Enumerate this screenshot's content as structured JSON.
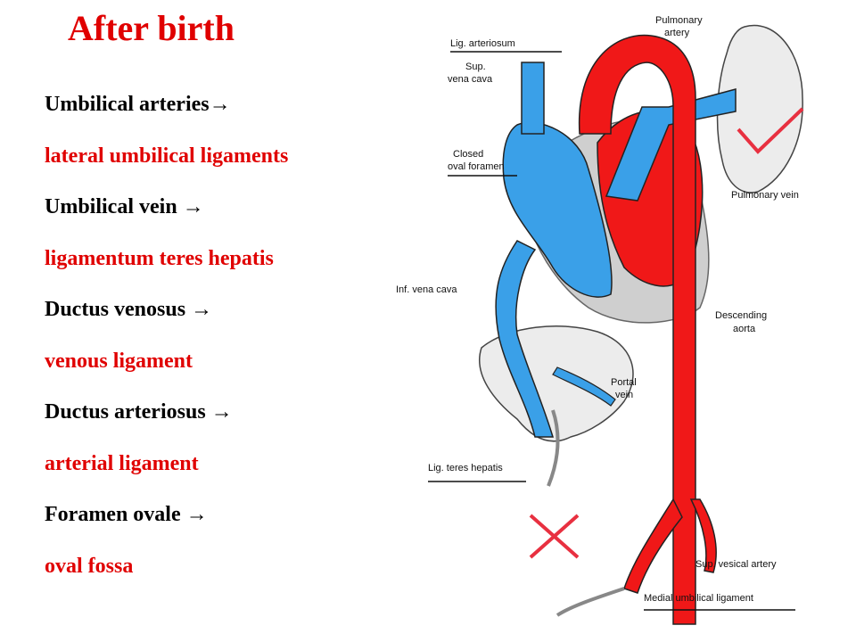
{
  "title": "After birth",
  "pairs": [
    {
      "structure": "Umbilical arteries→",
      "remnant": "lateral umbilical ligaments"
    },
    {
      "structure": "Umbilical vein →",
      "remnant": "ligamentum teres hepatis"
    },
    {
      "structure": "Ductus venosus →",
      "remnant": "venous ligament"
    },
    {
      "structure": "Ductus arteriosus →",
      "remnant": "arterial ligament"
    },
    {
      "structure": "Foramen ovale →",
      "remnant": "oval fossa"
    }
  ],
  "diagram_labels": {
    "lig_arteriosum": "Lig. arteriosum",
    "pulmonary_artery_1": "Pulmonary",
    "pulmonary_artery_2": "artery",
    "sup_vena_cava_1": "Sup.",
    "sup_vena_cava_2": "vena cava",
    "closed_oval_1": "Closed",
    "closed_oval_2": "oval foramen",
    "pulmonary_vein": "Pulmonary vein",
    "inf_vena_cava": "Inf. vena cava",
    "descending_aorta_1": "Descending",
    "descending_aorta_2": "aorta",
    "portal_vein_1": "Portal",
    "portal_vein_2": "vein",
    "lig_teres": "Lig. teres hepatis",
    "sup_vesical": "Sup. vesical artery",
    "medial_umbilical": "Medial umbilical ligament"
  },
  "colors": {
    "accent_red": "#e00000",
    "artery_red": "#f01818",
    "vein_blue": "#3aa0e8",
    "tissue_gray": "#cfcfcf"
  }
}
